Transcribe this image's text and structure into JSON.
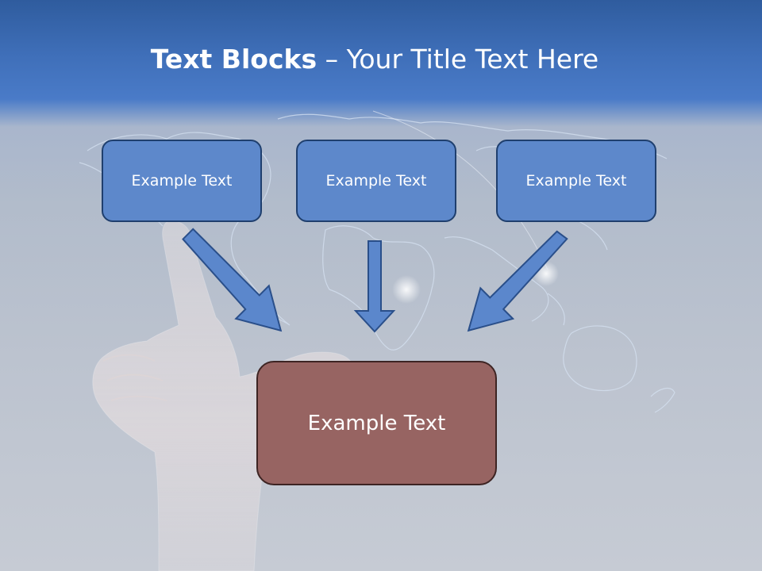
{
  "title": {
    "bold": "Text Blocks",
    "separator": " – ",
    "rest": "Your Title Text Here"
  },
  "boxes": {
    "left": "Example Text",
    "center": "Example Text",
    "right": "Example Text",
    "bottom": "Example Text"
  },
  "colors": {
    "header_blue": "#4a7bc8",
    "box_blue": "#5d88cb",
    "box_blue_border": "#1f3f6e",
    "box_red": "#976462",
    "arrow_fill": "#5b87cc",
    "arrow_stroke": "#2a4f8a"
  }
}
